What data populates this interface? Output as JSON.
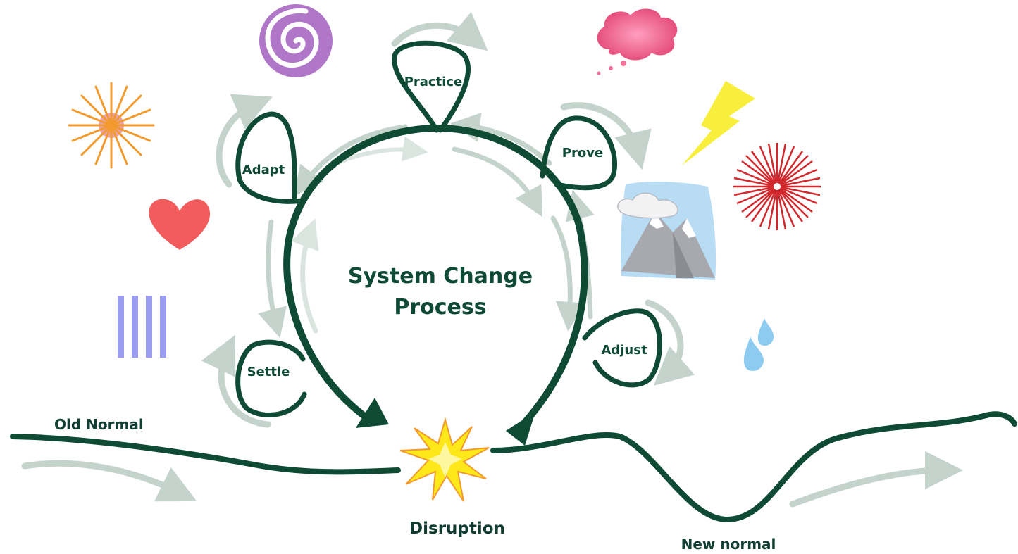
{
  "title_line1": "System Change",
  "title_line2": "Process",
  "stages": {
    "practice": "Practice",
    "prove": "Prove",
    "adapt": "Adapt",
    "adjust": "Adjust",
    "settle": "Settle"
  },
  "flow_labels": {
    "old_normal": "Old Normal",
    "disruption": "Disruption",
    "new_normal": "New normal"
  },
  "colors": {
    "dark_green": "#0f4a35",
    "light_arrow": "#c4d4cc",
    "heart": "#f25c5c",
    "spiral": "#b077c9",
    "stripes": "#9a9cf2",
    "cloud_pink": "#f06f97",
    "lightning": "#f7ef3c",
    "red_burst": "#d1282d",
    "water_drop": "#8ecbf0",
    "star_burst_fill": "#ffe81a",
    "orange_burst": "#f29a2e"
  },
  "icons": [
    "orange-burst-icon",
    "spiral-icon",
    "heart-icon",
    "stripes-icon",
    "pink-cloud-icon",
    "lightning-icon",
    "red-burst-icon",
    "mountain-icon",
    "water-drops-icon",
    "disruption-star-icon"
  ]
}
